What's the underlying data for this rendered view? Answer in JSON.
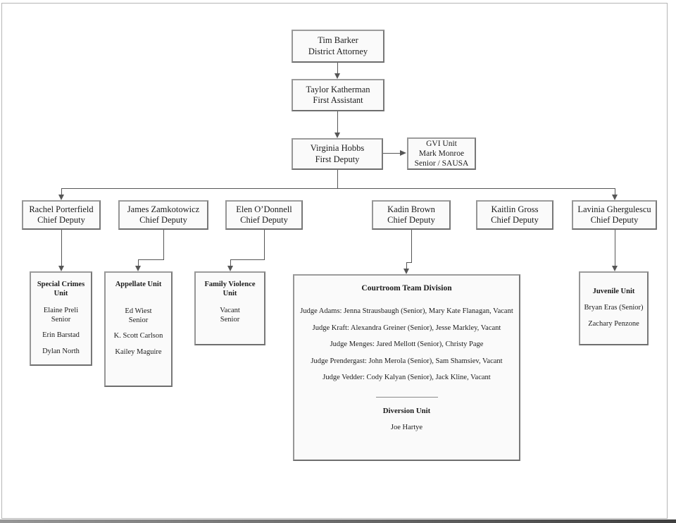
{
  "org": {
    "district_attorney": {
      "name": "Tim Barker",
      "title": "District Attorney"
    },
    "first_assistant": {
      "name": "Taylor Katherman",
      "title": "First Assistant"
    },
    "first_deputy": {
      "name": "Virginia Hobbs",
      "title": "First Deputy"
    },
    "gvi_unit": {
      "line1": "GVI Unit",
      "line2": "Mark Monroe",
      "line3": "Senior / SAUSA"
    },
    "chief_deputies": [
      {
        "name": "Rachel Porterfield",
        "title": "Chief Deputy"
      },
      {
        "name": "James Zamkotowicz",
        "title": "Chief Deputy"
      },
      {
        "name": "Elen O’Donnell",
        "title": "Chief Deputy"
      },
      {
        "name": "Kadin Brown",
        "title": "Chief Deputy"
      },
      {
        "name": "Kaitlin Gross",
        "title": "Chief Deputy"
      },
      {
        "name": "Lavinia Ghergulescu",
        "title": "Chief Deputy"
      }
    ],
    "units": {
      "special_crimes": {
        "title_line1": "Special Crimes",
        "title_line2": "Unit",
        "members": [
          "Elaine Preli",
          "Senior",
          "Erin Barstad",
          "Dylan North"
        ]
      },
      "appellate": {
        "title": "Appellate Unit",
        "members": [
          "Ed Wiest",
          "Senior",
          "K. Scott Carlson",
          "Kailey Maguire"
        ]
      },
      "family_violence": {
        "title_line1": "Family Violence",
        "title_line2": "Unit",
        "members": [
          "Vacant",
          "Senior"
        ]
      },
      "courtroom": {
        "title": "Courtroom Team Division",
        "rows": [
          "Judge Adams: Jenna Strausbaugh (Senior), Mary Kate Flanagan, Vacant",
          "Judge Kraft: Alexandra Greiner (Senior), Jesse Markley, Vacant",
          "Judge Menges: Jared Mellott (Senior), Christy Page",
          "Judge Prendergast: John Merola (Senior), Sam Shamsiev, Vacant",
          "Judge Vedder: Cody Kalyan (Senior), Jack Kline, Vacant"
        ],
        "diversion_title": "Diversion Unit",
        "diversion_member": "Joe Hartye"
      },
      "juvenile": {
        "title": "Juvenile Unit",
        "members": [
          "Bryan Eras (Senior)",
          "Zachary Penzone"
        ]
      }
    }
  },
  "colors": {
    "box_fill": "#fafafa",
    "box_border_light": "#9c9c9c",
    "box_border_dark": "#6e6e6e",
    "connector": "#565656",
    "text": "#1c1c1c",
    "page_border": "#b5b5b5"
  }
}
